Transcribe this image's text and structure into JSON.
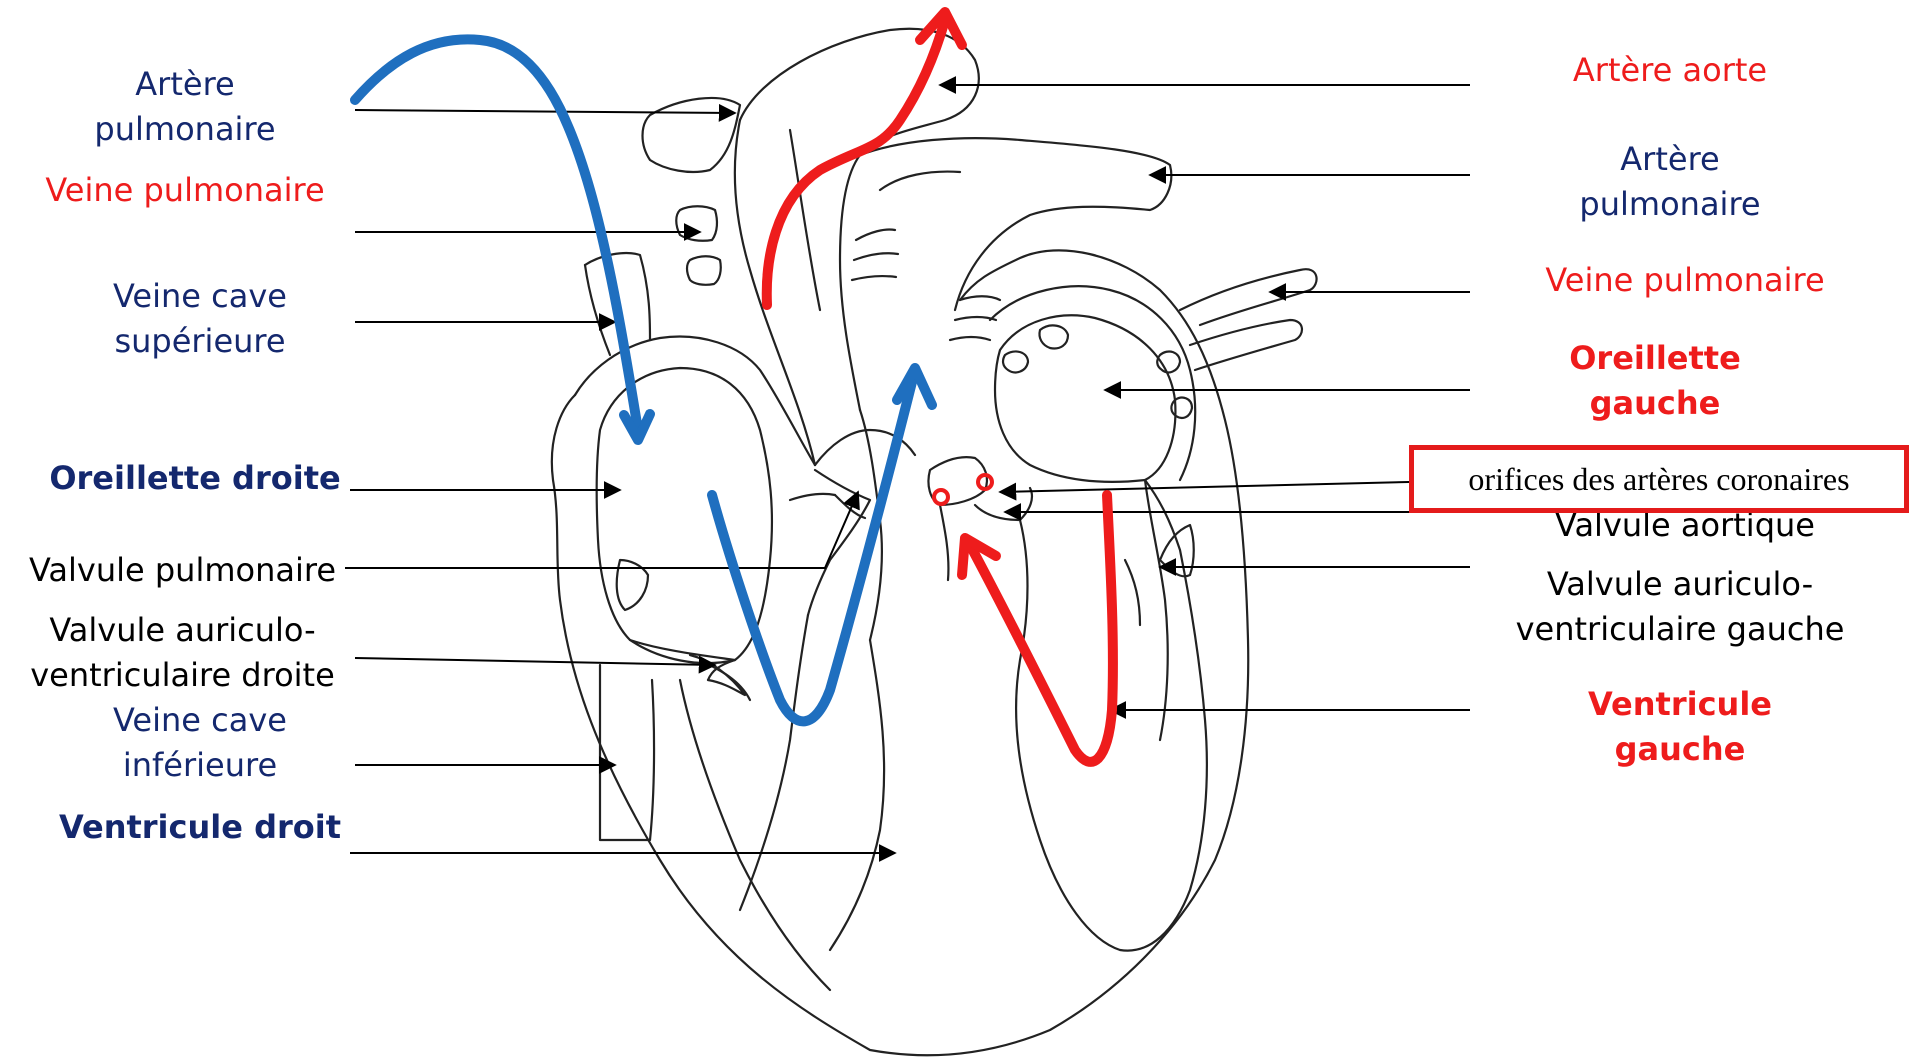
{
  "colors": {
    "deoxygenated": "#1f6fbf",
    "oxygenated": "#ee1c1c",
    "outline": "#222222",
    "label_blue": "#14286e",
    "label_red": "#ee1c1c"
  },
  "labels": {
    "left": {
      "arteria_pulmonaire_l1": "Artère",
      "arteria_pulmonaire_l2": "pulmonaire",
      "veine_pulmonaire": "Veine pulmonaire",
      "veine_cave_sup_l1": "Veine cave",
      "veine_cave_sup_l2": "supérieure",
      "oreillette_droite": "Oreillette droite",
      "valvule_pulmonaire": "Valvule pulmonaire",
      "valvule_av_droite_l1": "Valvule auriculo-",
      "valvule_av_droite_l2": "ventriculaire droite",
      "veine_cave_inf_l1": "Veine cave",
      "veine_cave_inf_l2": "inférieure",
      "ventricule_droit": "Ventricule droit"
    },
    "right": {
      "artere_aorte": "Artère aorte",
      "artere_pulmonaire_l1": "Artère",
      "artere_pulmonaire_l2": "pulmonaire",
      "veine_pulmonaire": "Veine pulmonaire",
      "oreillette_gauche_l1": "Oreillette",
      "oreillette_gauche_l2": "gauche",
      "coronary_orifices": "orifices des artères coronaires",
      "valvule_aortique": "Valvule aortique",
      "valvule_av_gauche_l1": "Valvule auriculo-",
      "valvule_av_gauche_l2": "ventriculaire gauche",
      "ventricule_gauche_l1": "Ventricule",
      "ventricule_gauche_l2": "gauche"
    }
  }
}
